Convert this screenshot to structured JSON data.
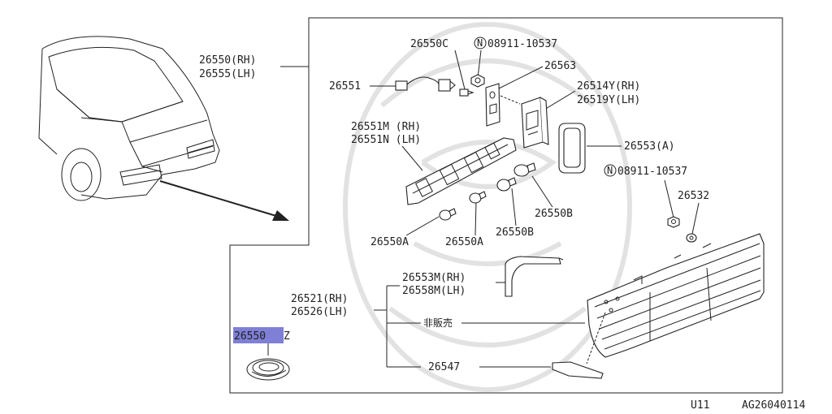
{
  "labels": {
    "assembly_rh": "26550(RH)",
    "assembly_lh": "26555(LH)",
    "socket_c": "26550C",
    "nut_top": "08911-10537",
    "n_symbol": "N",
    "gasket_plate": "26563",
    "harness": "26551",
    "socket_rh": "26514Y(RH)",
    "socket_lh": "26519Y(LH)",
    "holder_rh": "26551M (RH)",
    "holder_lh": "26551N (LH)",
    "gasket_a": "26553(A)",
    "nut_right": "08911-10537",
    "washer": "26532",
    "bulb_b_upper": "26550B",
    "bulb_b_lower": "26550B",
    "bulb_a_left": "26550A",
    "bulb_a_mid": "26550A",
    "seal_rh": "26553M(RH)",
    "seal_lh": "26558M(LH)",
    "lens_rh": "26521(RH)",
    "lens_lh": "26526(LH)",
    "not_sold": "非販売",
    "reflector": "26547",
    "bulb_z_prefix": "26550",
    "bulb_z_suffix": "Z",
    "footer_model": "U11",
    "footer_code": "AG26040114"
  },
  "colors": {
    "line": "#222222",
    "highlight": "#7f7fd6",
    "watermark": "#e2e2e2"
  }
}
